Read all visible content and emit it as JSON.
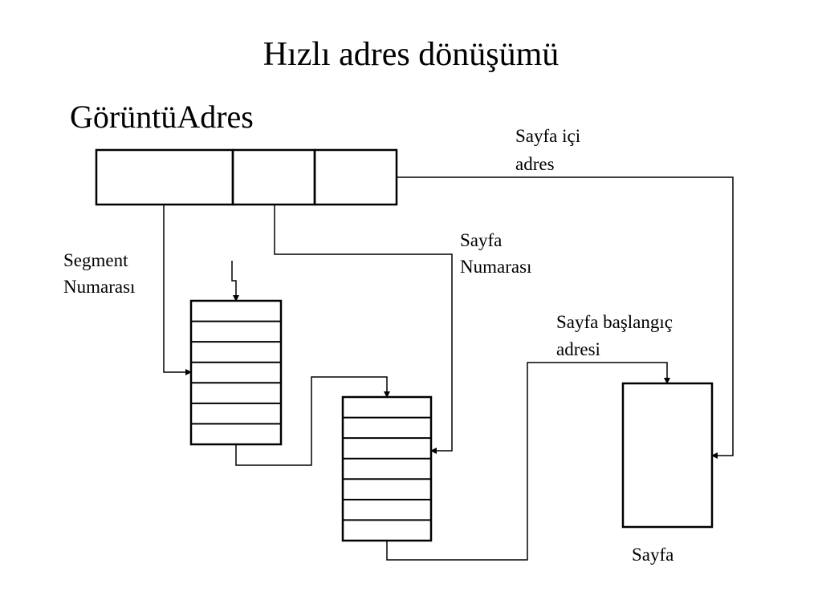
{
  "title": "Hızlı adres dönüşümü",
  "subtitle": "GörüntüAdres",
  "labels": {
    "page_offset": [
      "Sayfa içi",
      "adres"
    ],
    "page_number": [
      "Sayfa",
      "Numarası"
    ],
    "segment_number": [
      "Segment",
      "Numarası"
    ],
    "page_start_address": [
      "Sayfa başlangıç",
      "adresi"
    ],
    "page": "Sayfa"
  },
  "segment_table_rows": 7,
  "page_table_rows": 7,
  "line_color": "#000000"
}
